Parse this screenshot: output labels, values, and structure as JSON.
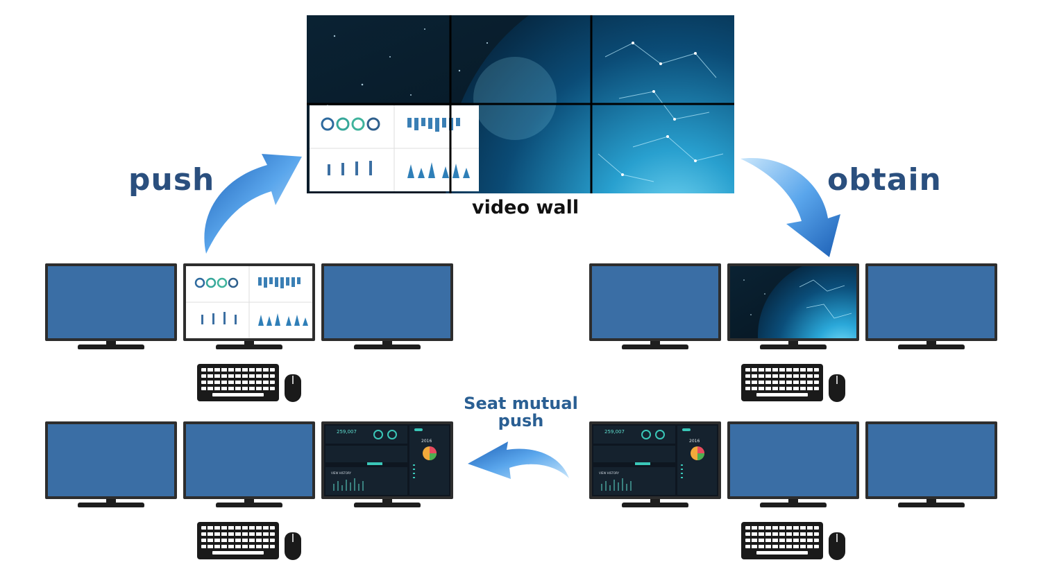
{
  "labels": {
    "push": "push",
    "obtain": "obtain",
    "video_wall": "video wall",
    "seat_mutual_push": "Seat mutual push"
  },
  "colors": {
    "label_dark_blue": "#2a4f7e",
    "arrow_blue": "#4a8fd8",
    "monitor_screen": "#3a6ea5",
    "hardware_black": "#1a1a1a"
  },
  "dashboard": {
    "big_number": "259,007",
    "year": "2016",
    "history_title": "VIEW HISTORY"
  },
  "icons": [
    "curved-arrow-push-icon",
    "curved-arrow-obtain-icon",
    "curved-arrow-seat-push-icon",
    "monitor-icon",
    "keyboard-icon",
    "mouse-icon"
  ]
}
